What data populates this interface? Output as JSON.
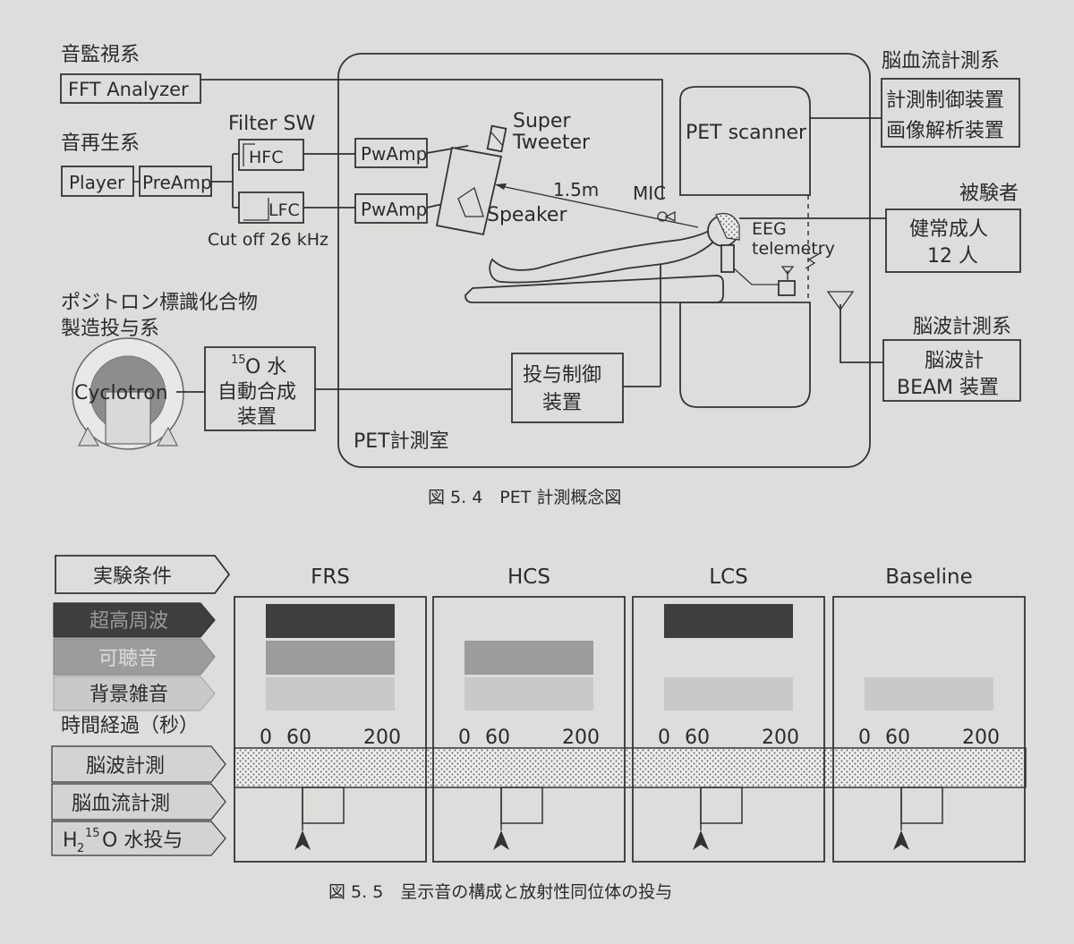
{
  "fig54": {
    "sound_monitor_label": "音監視系",
    "fft_analyzer": "FFT Analyzer",
    "filter_sw": "Filter SW",
    "sound_playback_label": "音再生系",
    "player": "Player",
    "preamp": "PreAmp",
    "hfc": "HFC",
    "lfc": "LFC",
    "cutoff": "Cut off 26 kHz",
    "pwamp_top": "PwAmp",
    "pwamp_bottom": "PwAmp",
    "super_tweeter_1": "Super",
    "super_tweeter_2": "Tweeter",
    "speaker": "Speaker",
    "distance": "1.5m",
    "mic": "MIC",
    "pet_scanner": "PET scanner",
    "cbf_label": "脳血流計測系",
    "cbf_box_1": "計測制御装置",
    "cbf_box_2": "画像解析装置",
    "subject_label": "被験者",
    "subject_box_1": "健常成人",
    "subject_box_2": "12 人",
    "eeg_1": "EEG",
    "eeg_2": "telemetry",
    "eeg_system_label": "脳波計測系",
    "eeg_box_1": "脳波計",
    "eeg_box_2": "BEAM 装置",
    "positron_label_1": "ポジトロン標識化合物",
    "positron_label_2": "製造投与系",
    "cyclotron": "Cyclotron",
    "o15_sup": "15",
    "o15_main": "O 水",
    "o15_line2": "自動合成",
    "o15_line3": "装置",
    "admin_1": "投与制御",
    "admin_2": "装置",
    "room": "PET計測室",
    "caption": "図 5. 4　PET 計測概念図"
  },
  "fig55": {
    "header_label": "実験条件",
    "rows": {
      "ultrasonic": "超高周波",
      "audible": "可聴音",
      "background": "背景雑音",
      "time": "時間経過（秒）",
      "eeg": "脳波計測",
      "cbf": "脳血流計測",
      "h2o_h": "H",
      "h2o_sub": "2",
      "h2o_sup": "15",
      "h2o_rest": "O 水投与"
    },
    "ticks": [
      "0",
      "60",
      "200"
    ],
    "conditions": [
      {
        "name": "FRS",
        "ultrasonic": true,
        "audible": true,
        "background": true
      },
      {
        "name": "HCS",
        "ultrasonic": false,
        "audible": true,
        "background": true
      },
      {
        "name": "LCS",
        "ultrasonic": true,
        "audible": false,
        "background": true
      },
      {
        "name": "Baseline",
        "ultrasonic": false,
        "audible": false,
        "background": true
      }
    ],
    "colors": {
      "ultrasonic": "#3e3e3e",
      "audible": "#9c9c9c",
      "background": "#c9c9c9",
      "eeg": "#cfcfcf"
    },
    "caption": "図 5. 5　呈示音の構成と放射性同位体の投与"
  }
}
